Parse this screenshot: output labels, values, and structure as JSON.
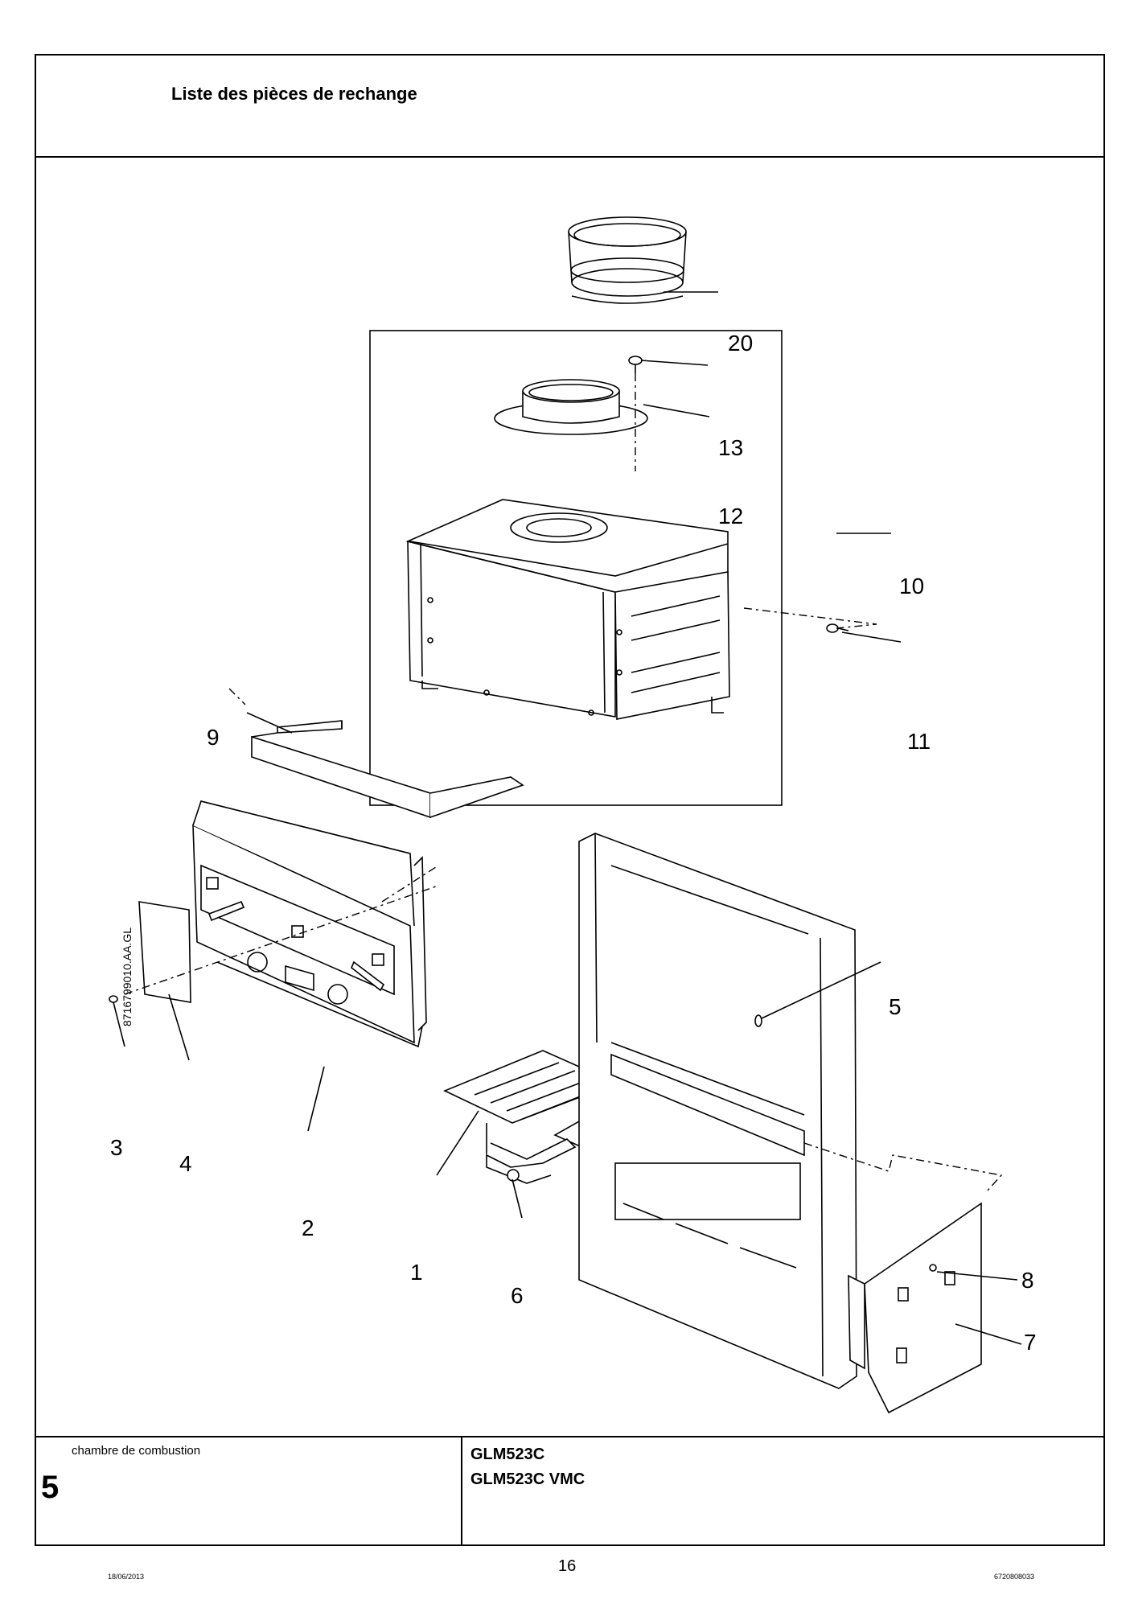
{
  "header": {
    "title": "Liste des pièces de rechange"
  },
  "drawing": {
    "document_code": "8716799010.AA.GL",
    "callouts": {
      "p20": "20",
      "p13": "13",
      "p12": "12",
      "p10": "10",
      "p11": "11",
      "p9": "9",
      "p5": "5",
      "p3": "3",
      "p4": "4",
      "p2": "2",
      "p1": "1",
      "p6": "6",
      "p8": "8",
      "p7": "7"
    }
  },
  "footer": {
    "section_description": "chambre de combustion",
    "section_number": "5",
    "models": [
      "GLM523C",
      "GLM523C VMC"
    ]
  },
  "page": {
    "number": "16",
    "date": "18/06/2013",
    "doc_number": "6720808033"
  }
}
